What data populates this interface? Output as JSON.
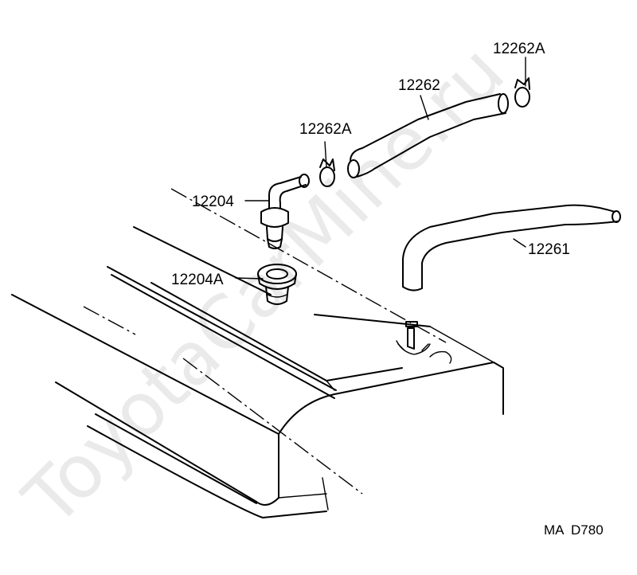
{
  "watermark": "ToyotaCarMine.ru",
  "diagram_code": "MA  D780",
  "parts": {
    "clamp_top": "12262A",
    "hose_upper": "12262",
    "clamp_left": "12262A",
    "pcv_valve": "12204",
    "hose_right": "12261",
    "grommet": "12204A"
  }
}
